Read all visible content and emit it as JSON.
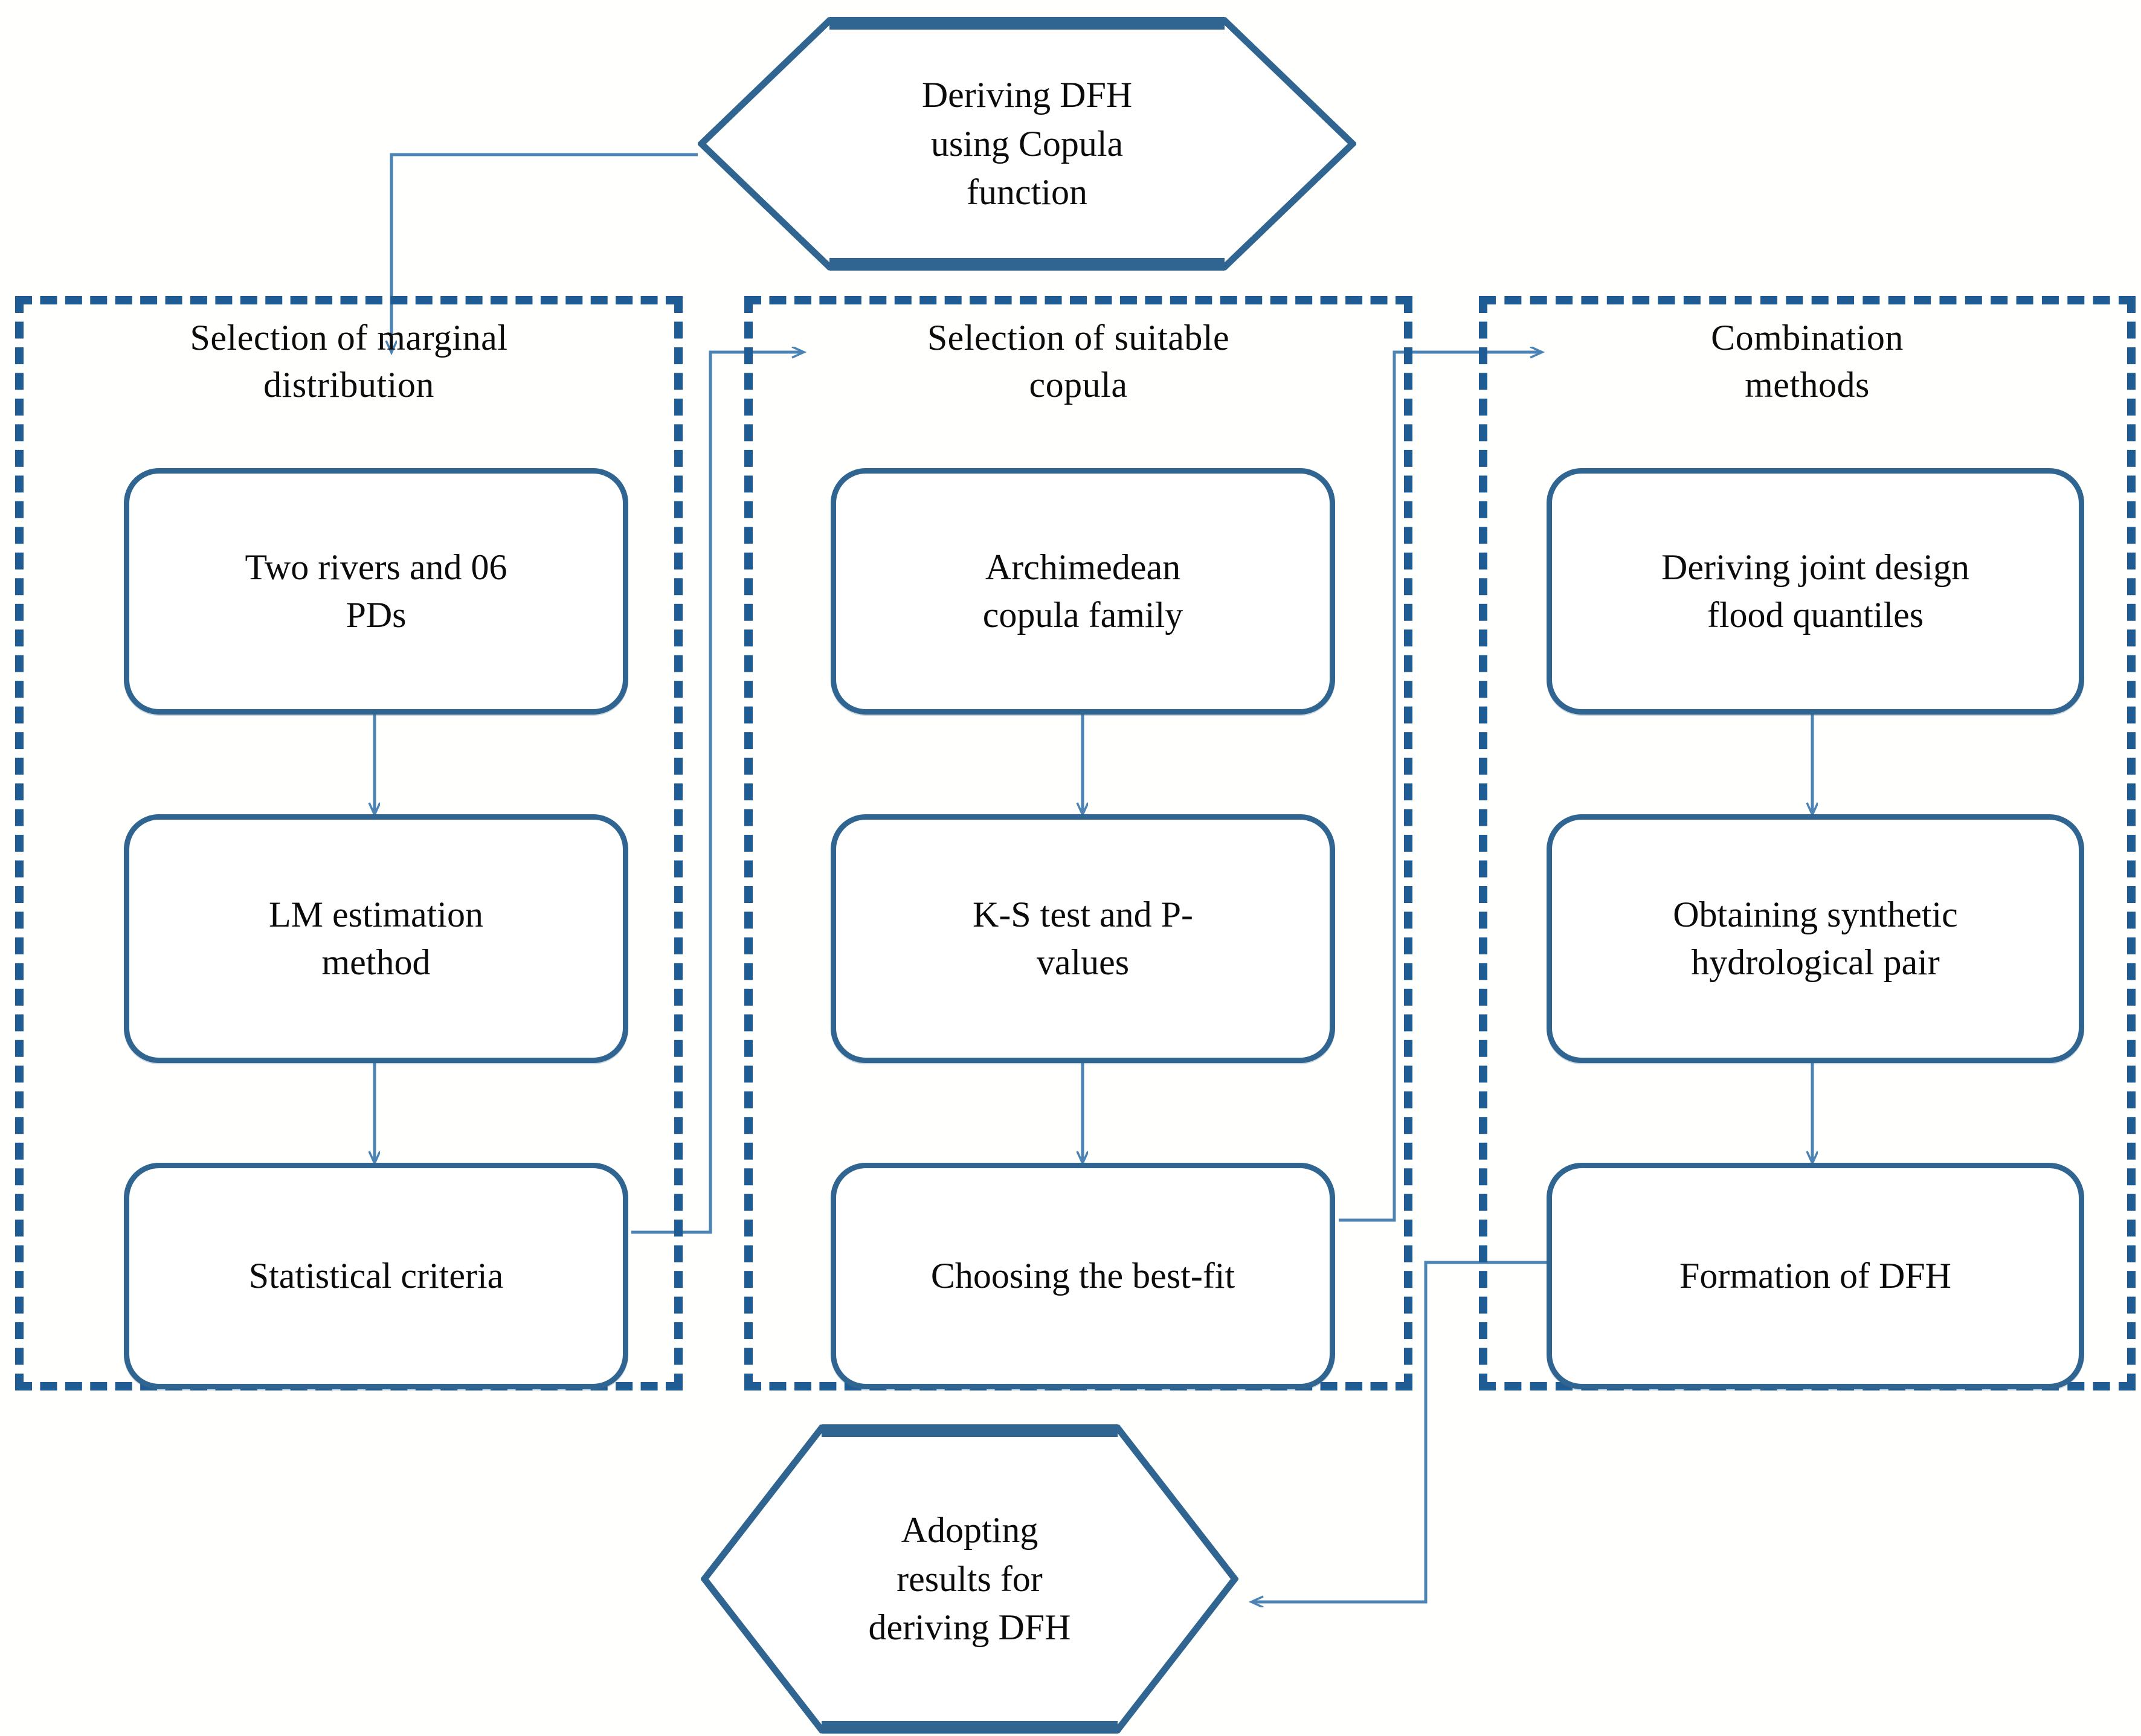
{
  "figure": {
    "type": "flowchart",
    "title_shape_top": "Deriving DFH\nusing Copula\nfunction",
    "title_shape_bottom": "Adopting\nresults for\nderiving DFH",
    "colors": {
      "panel_border": "#1f5c93",
      "box_border": "#2f6590",
      "connector": "#3b77a8",
      "text": "#0b0b0b",
      "background": "#ffffff"
    }
  },
  "panels": [
    {
      "id": "marginal-distribution",
      "title": "Selection of marginal\ndistribution",
      "steps": [
        {
          "id": "two-rivers-06-pds",
          "label": "Two rivers and 06\nPDs"
        },
        {
          "id": "lm-estimation-method",
          "label": "LM estimation\nmethod"
        },
        {
          "id": "statistical-criteria",
          "label": "Statistical criteria"
        }
      ]
    },
    {
      "id": "suitable-copula",
      "title": "Selection of suitable\ncopula",
      "steps": [
        {
          "id": "archimedean-copula-family",
          "label": "Archimedean\ncopula family"
        },
        {
          "id": "ks-test-p-values",
          "label": "K-S test and P-\nvalues"
        },
        {
          "id": "choosing-best-fit",
          "label": "Choosing the best-fit"
        }
      ]
    },
    {
      "id": "combination-methods",
      "title": "Combination\nmethods",
      "steps": [
        {
          "id": "deriving-joint-design-flood-quantiles",
          "label": "Deriving joint design\nflood quantiles"
        },
        {
          "id": "obtaining-synthetic-hydrological-pair",
          "label": "Obtaining synthetic\nhydrological pair"
        },
        {
          "id": "formation-of-dfh",
          "label": "Formation of DFH"
        }
      ]
    }
  ],
  "connectors": [
    {
      "id": "start-to-panel1",
      "from": "Deriving DFH using Copula function",
      "to": "Selection of marginal distribution",
      "style": "elbow-arrow"
    },
    {
      "id": "two-rivers-to-lm",
      "from": "Two rivers and 06 PDs",
      "to": "LM estimation method",
      "style": "straight-arrow"
    },
    {
      "id": "lm-to-criteria",
      "from": "LM estimation method",
      "to": "Statistical criteria",
      "style": "straight-arrow"
    },
    {
      "id": "criteria-to-panel2",
      "from": "Statistical criteria",
      "to": "Selection of suitable copula",
      "style": "elbow-arrow"
    },
    {
      "id": "archimedean-to-ks",
      "from": "Archimedean copula family",
      "to": "K-S test and P-values",
      "style": "straight-arrow"
    },
    {
      "id": "ks-to-bestfit",
      "from": "K-S test and P-values",
      "to": "Choosing the best-fit",
      "style": "straight-arrow"
    },
    {
      "id": "bestfit-to-panel3",
      "from": "Choosing the best-fit",
      "to": "Combination methods",
      "style": "elbow-arrow"
    },
    {
      "id": "quantiles-to-synthetic",
      "from": "Deriving joint design flood quantiles",
      "to": "Obtaining synthetic hydrological pair",
      "style": "straight-arrow"
    },
    {
      "id": "synthetic-to-formation",
      "from": "Obtaining synthetic hydrological pair",
      "to": "Formation of DFH",
      "style": "straight-arrow"
    },
    {
      "id": "formation-to-end",
      "from": "Formation of DFH",
      "to": "Adopting results for deriving DFH",
      "style": "elbow-arrow"
    }
  ]
}
